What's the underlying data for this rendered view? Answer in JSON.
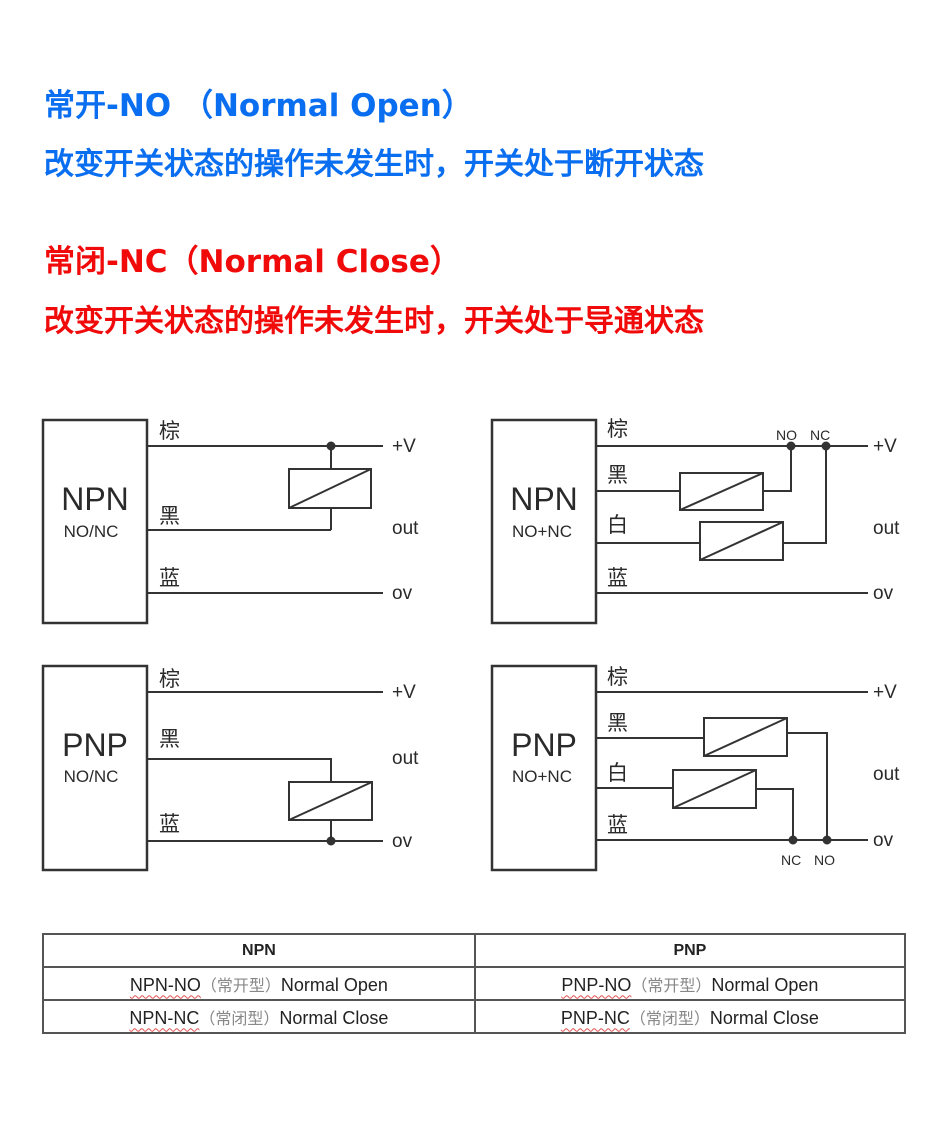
{
  "headings": {
    "no_title": "常开-NO （Normal Open）",
    "no_desc": "改变开关状态的操作未发生时，开关处于断开状态",
    "nc_title": "常闭-NC（Normal Close）",
    "nc_desc": "改变开关状态的操作未发生时，开关处于导通状态",
    "colors": {
      "no": "#0a6ef0",
      "nc": "#f00a0a"
    }
  },
  "diagrams": {
    "npn_single": {
      "type": "NPN",
      "subtype": "NO/NC",
      "wires": [
        "棕",
        "黑",
        "蓝"
      ],
      "terminals": [
        "+V",
        "out",
        "ov"
      ]
    },
    "npn_dual": {
      "type": "NPN",
      "subtype": "NO+NC",
      "wires": [
        "棕",
        "黑",
        "白",
        "蓝"
      ],
      "terminals": [
        "+V",
        "out",
        "ov"
      ],
      "junctions": [
        "NO",
        "NC"
      ]
    },
    "pnp_single": {
      "type": "PNP",
      "subtype": "NO/NC",
      "wires": [
        "棕",
        "黑",
        "蓝"
      ],
      "terminals": [
        "+V",
        "out",
        "ov"
      ]
    },
    "pnp_dual": {
      "type": "PNP",
      "subtype": "NO+NC",
      "wires": [
        "棕",
        "黑",
        "白",
        "蓝"
      ],
      "terminals": [
        "+V",
        "out",
        "ov"
      ],
      "junctions": [
        "NC",
        "NO"
      ]
    }
  },
  "table": {
    "headers": [
      "NPN",
      "PNP"
    ],
    "rows": [
      [
        {
          "code": "NPN-NO",
          "cn": "（常开型）",
          "en": "Normal Open"
        },
        {
          "code": "PNP-NO",
          "cn": "（常开型）",
          "en": "Normal Open"
        }
      ],
      [
        {
          "code": "NPN-NC",
          "cn": "（常闭型）",
          "en": "Normal Close"
        },
        {
          "code": "PNP-NC",
          "cn": "（常闭型）",
          "en": "Normal Close"
        }
      ]
    ]
  }
}
